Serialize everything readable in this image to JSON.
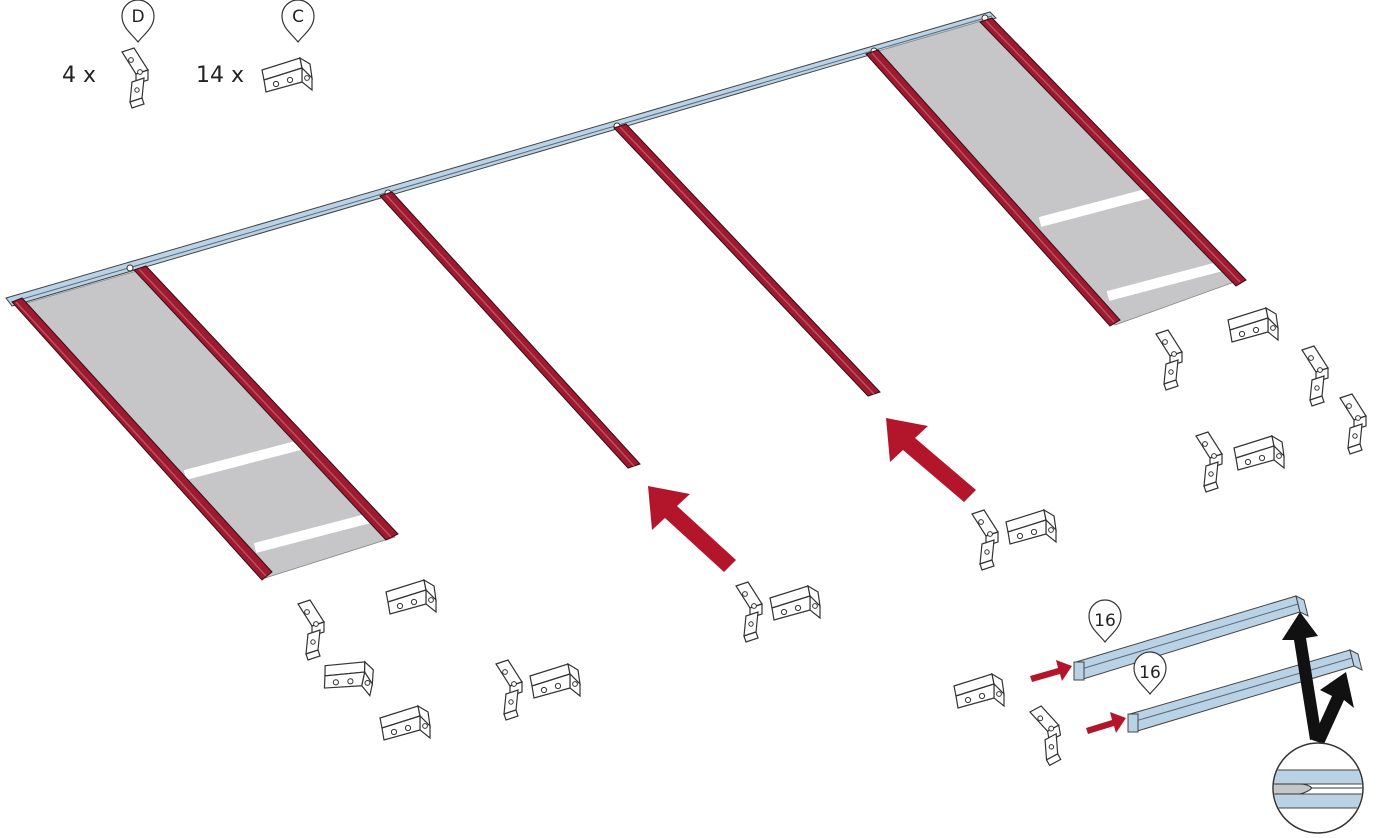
{
  "parts_legend": [
    {
      "letter": "D",
      "quantity": "4 x"
    },
    {
      "letter": "C",
      "quantity": "14 x"
    }
  ],
  "profile_callouts": [
    {
      "number": "16"
    },
    {
      "number": "16"
    }
  ],
  "colors": {
    "rail": "#9b1b30",
    "panel": "#c6c6c8",
    "beam": "#b9d2e6",
    "arrow_assembly": "#b3162b",
    "arrow_lift": "#111111"
  }
}
